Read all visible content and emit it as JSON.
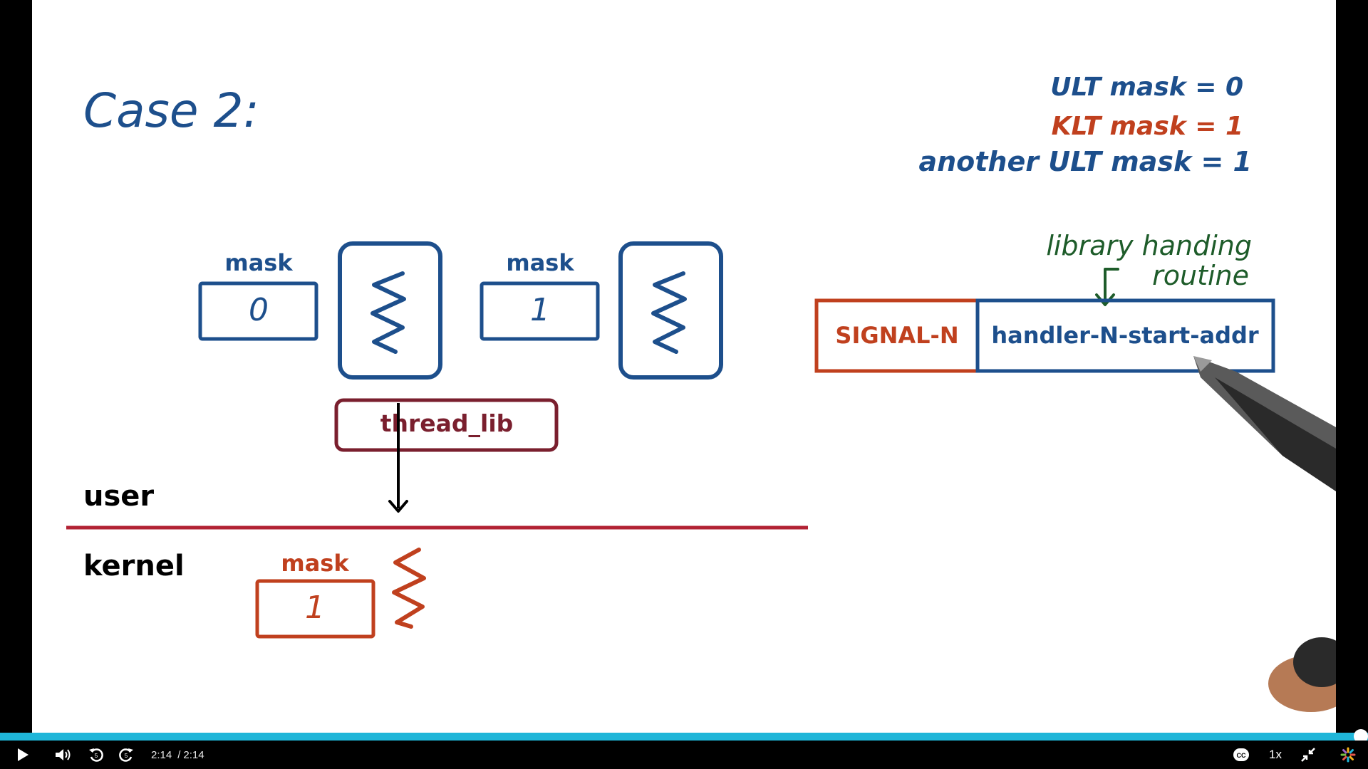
{
  "lecture": {
    "heading": "Case 2:",
    "notes": [
      {
        "text": "ULT mask = 0",
        "color": "#1d4f8c"
      },
      {
        "text": "KLT mask = 1",
        "color": "#c0401e"
      },
      {
        "text": "another ULT mask = 1",
        "color": "#1d4f8c"
      }
    ],
    "ult_threads": [
      {
        "mask_label": "mask",
        "mask_value": "0"
      },
      {
        "mask_label": "mask",
        "mask_value": "1"
      }
    ],
    "thread_lib_label": "thread_lib",
    "user_label": "user",
    "kernel_label": "kernel",
    "klt": {
      "mask_label": "mask",
      "mask_value": "1"
    },
    "library_note_line1": "library handing",
    "library_note_line2": "routine",
    "signal_table": {
      "signal": "SIGNAL-N",
      "handler": "handler-N-start-addr"
    },
    "colors": {
      "ult": "#1d4f8c",
      "kernel": "#c0401e",
      "thread_lib": "#7a1f2e",
      "divider": "#b22234",
      "green_note": "#1e5c2a"
    }
  },
  "player": {
    "current_time": "2:14",
    "duration": "2:14",
    "progress_fraction": 1.0,
    "speed": "1x",
    "accent_color": "#1fb6d9",
    "icons": {
      "play": "play-icon",
      "volume": "volume-icon",
      "rewind": "rewind-icon",
      "forward": "forward-icon",
      "captions": "captions-icon",
      "exit_fullscreen": "exit-fullscreen-icon",
      "brand": "brand-logo-icon"
    }
  }
}
